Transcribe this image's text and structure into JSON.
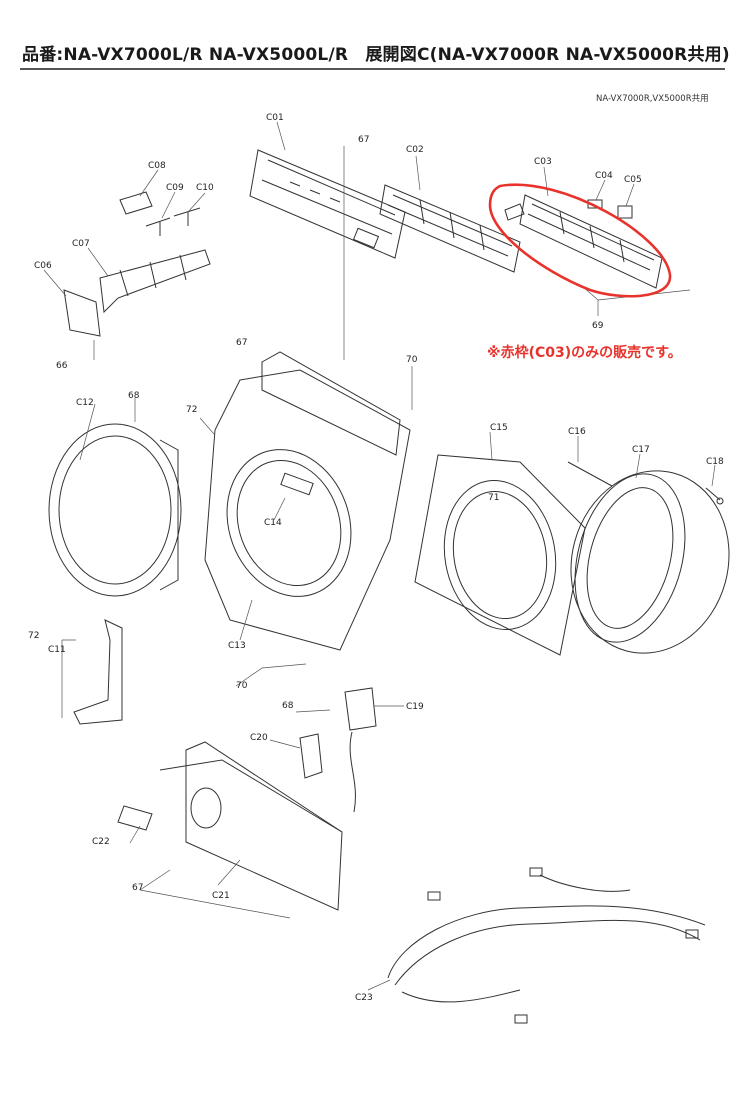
{
  "header": {
    "title": "品番:NA-VX7000L/R NA-VX5000L/R　展開図C(NA-VX7000R NA-VX5000R共用)",
    "subtitle": "NA-VX7000R,VX5000R共用"
  },
  "note": {
    "text": "※赤枠(C03)のみの販売です。",
    "color": "#e8322b"
  },
  "highlight": {
    "color": "#e8322b",
    "part": "C03"
  },
  "parts": {
    "c01": "C01",
    "c02": "C02",
    "c03": "C03",
    "c04": "C04",
    "c05": "C05",
    "c06": "C06",
    "c07": "C07",
    "c08": "C08",
    "c09": "C09",
    "c10": "C10",
    "c11": "C11",
    "c12": "C12",
    "c13": "C13",
    "c14": "C14",
    "c15": "C15",
    "c16": "C16",
    "c17": "C17",
    "c18": "C18",
    "c19": "C19",
    "c20": "C20",
    "c21": "C21",
    "c22": "C22",
    "c23": "C23"
  },
  "screws": {
    "s66": "66",
    "s67": "67",
    "s68": "68",
    "s69": "69",
    "s70": "70",
    "s71": "71",
    "s72": "72"
  }
}
